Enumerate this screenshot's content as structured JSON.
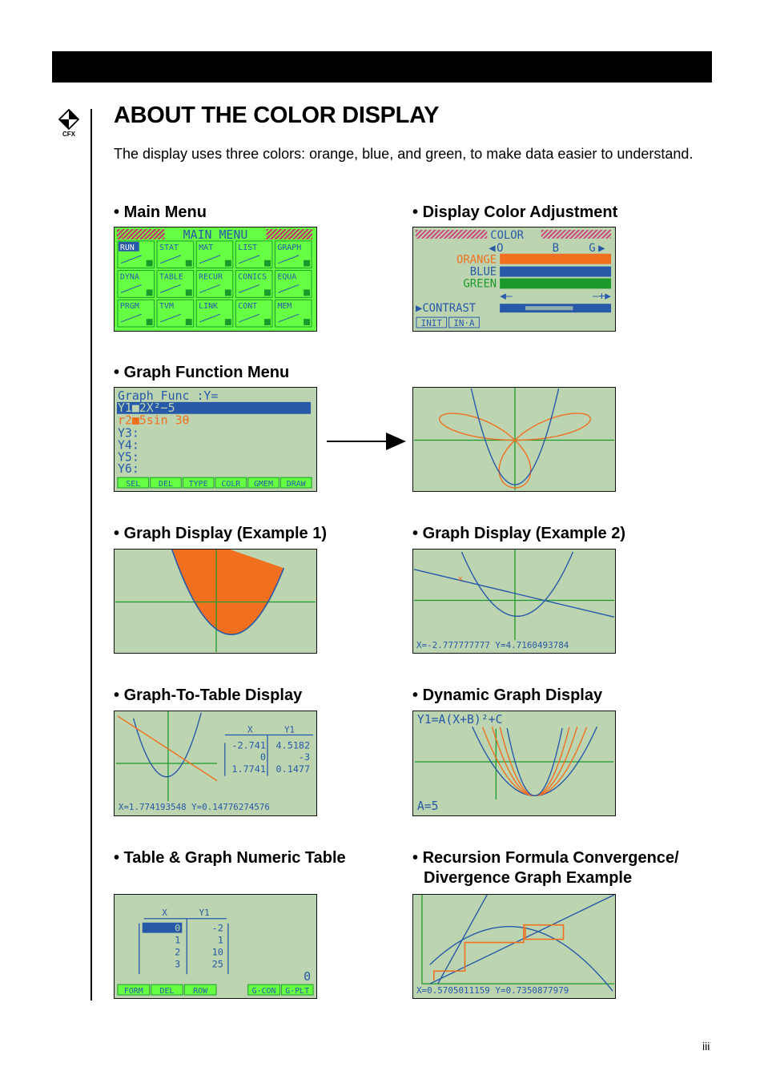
{
  "header": {
    "cfx_label": "CFX"
  },
  "title": "ABOUT THE COLOR DISPLAY",
  "intro": "The display uses three colors: orange, blue, and green, to make data easier to understand.",
  "bullet": "•",
  "sections": {
    "main_menu": "Main Menu",
    "color_adjust": "Display Color Adjustment",
    "graph_func_menu": "Graph Function Menu",
    "graph_ex1": "Graph Display (Example 1)",
    "graph_ex2": "Graph Display (Example 2)",
    "graph_to_table": "Graph-To-Table Display",
    "dynamic_graph": "Dynamic Graph Display",
    "table_graph": "Table & Graph Numeric Table",
    "recursion_1": "Recursion Formula Convergence/",
    "recursion_2": "Divergence Graph Example"
  },
  "screens": {
    "main_menu": {
      "title": "MAIN MENU",
      "icons": [
        "RUN",
        "STAT",
        "MAT",
        "LIST",
        "GRAPH",
        "DYNA",
        "TABLE",
        "RECUR",
        "CONICS",
        "EQUA",
        "PRGM",
        "TVM",
        "LINK",
        "CONT",
        "MEM"
      ]
    },
    "color_adjust": {
      "title": "COLOR",
      "channels": [
        "O",
        "B",
        "G"
      ],
      "rows": [
        "ORANGE",
        "BLUE",
        "GREEN"
      ],
      "contrast": "CONTRAST",
      "minus": "◀—",
      "plus": "—+▶",
      "menu": [
        "INIT",
        "IN·A"
      ]
    },
    "graph_func": {
      "header": "Graph Func   :Y=",
      "lines": [
        "Y1■2X²−5",
        "r2■5sin 3θ",
        "Y3:",
        "Y4:",
        "Y5:",
        "Y6:"
      ],
      "menu": [
        "SEL",
        "DEL",
        "TYPE",
        "COLR",
        "GMEM",
        "DRAW"
      ]
    },
    "graph_ex2": {
      "readout": "X=-2.777777777  Y=4.7160493784"
    },
    "graph_to_table": {
      "headers": [
        "X",
        "Y1"
      ],
      "rows": [
        [
          "-2.741",
          "4.5182"
        ],
        [
          "0",
          "-3"
        ],
        [
          "1.7741",
          "0.1477"
        ]
      ],
      "readout": "X=1.774193548   Y=0.14776274576"
    },
    "dynamic": {
      "formula": "Y1=A(X+B)²+C",
      "param": "A=5"
    },
    "table_graph": {
      "headers": [
        "X",
        "Y1"
      ],
      "rows": [
        [
          "0",
          "-2"
        ],
        [
          "1",
          "1"
        ],
        [
          "2",
          "10"
        ],
        [
          "3",
          "25"
        ]
      ],
      "value": "0",
      "menu": [
        "FORM",
        "DEL",
        "ROW",
        "G·CON",
        "G·PLT"
      ]
    },
    "recursion": {
      "readout": "X=0.5705011159  Y=0.7350877979"
    }
  },
  "colors": {
    "screen_bg": "#bcd5b0",
    "menu_bg": "#66ff44",
    "lcd_blue": "#2858a8",
    "lcd_orange": "#f07020",
    "lcd_green": "#1a9a2a"
  },
  "page_number": "iii"
}
